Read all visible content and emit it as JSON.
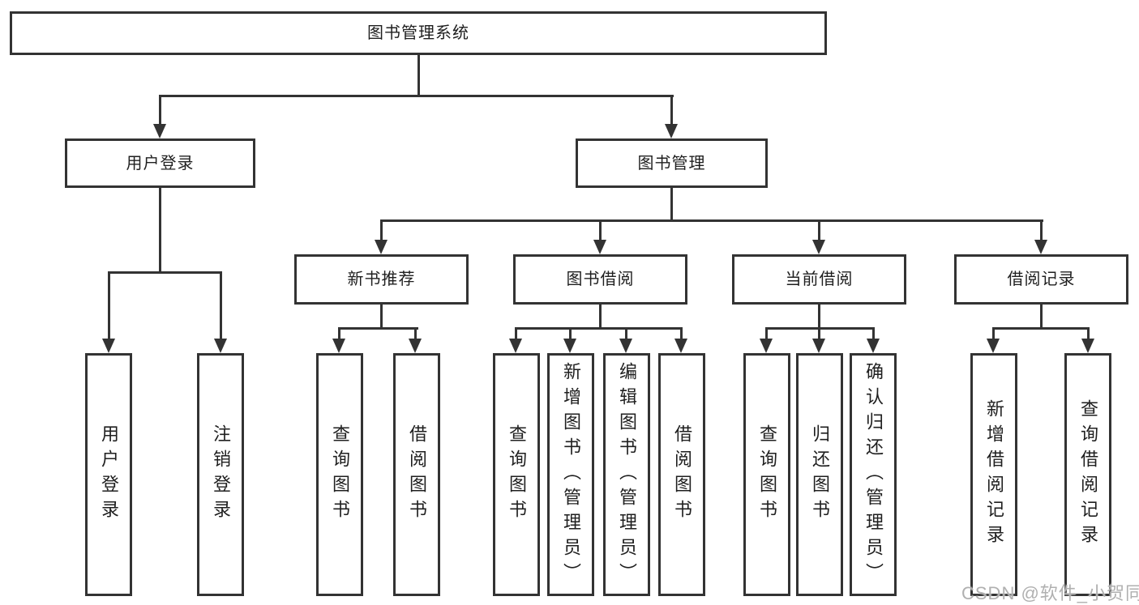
{
  "diagram": {
    "title_note": "functional structure chart of a library management system",
    "root": {
      "label": "图书管理系统"
    },
    "level2": [
      {
        "label": "用户登录"
      },
      {
        "label": "图书管理"
      }
    ],
    "level3": [
      {
        "label": "新书推荐"
      },
      {
        "label": "图书借阅"
      },
      {
        "label": "当前借阅"
      },
      {
        "label": "借阅记录"
      }
    ],
    "leaves": {
      "user_login": [
        "用户登录",
        "注销登录"
      ],
      "new_book": [
        "查询图书",
        "借阅图书"
      ],
      "book_borrow": [
        "查询图书",
        "新增图书（管理员）",
        "编辑图书（管理员）",
        "借阅图书"
      ],
      "current_borrow": [
        "查询图书",
        "归还图书",
        "确认归还（管理员）"
      ],
      "borrow_record": [
        "新增借阅记录",
        "查询借阅记录"
      ]
    }
  },
  "watermark": {
    "text": "CSDN @软件_小贺同学",
    "color": "#b0b0b0"
  },
  "colors": {
    "line": "#333333",
    "box_border": "#333333",
    "box_fill": "#ffffff",
    "text": "#1f1f1f",
    "background": "#ffffff"
  }
}
